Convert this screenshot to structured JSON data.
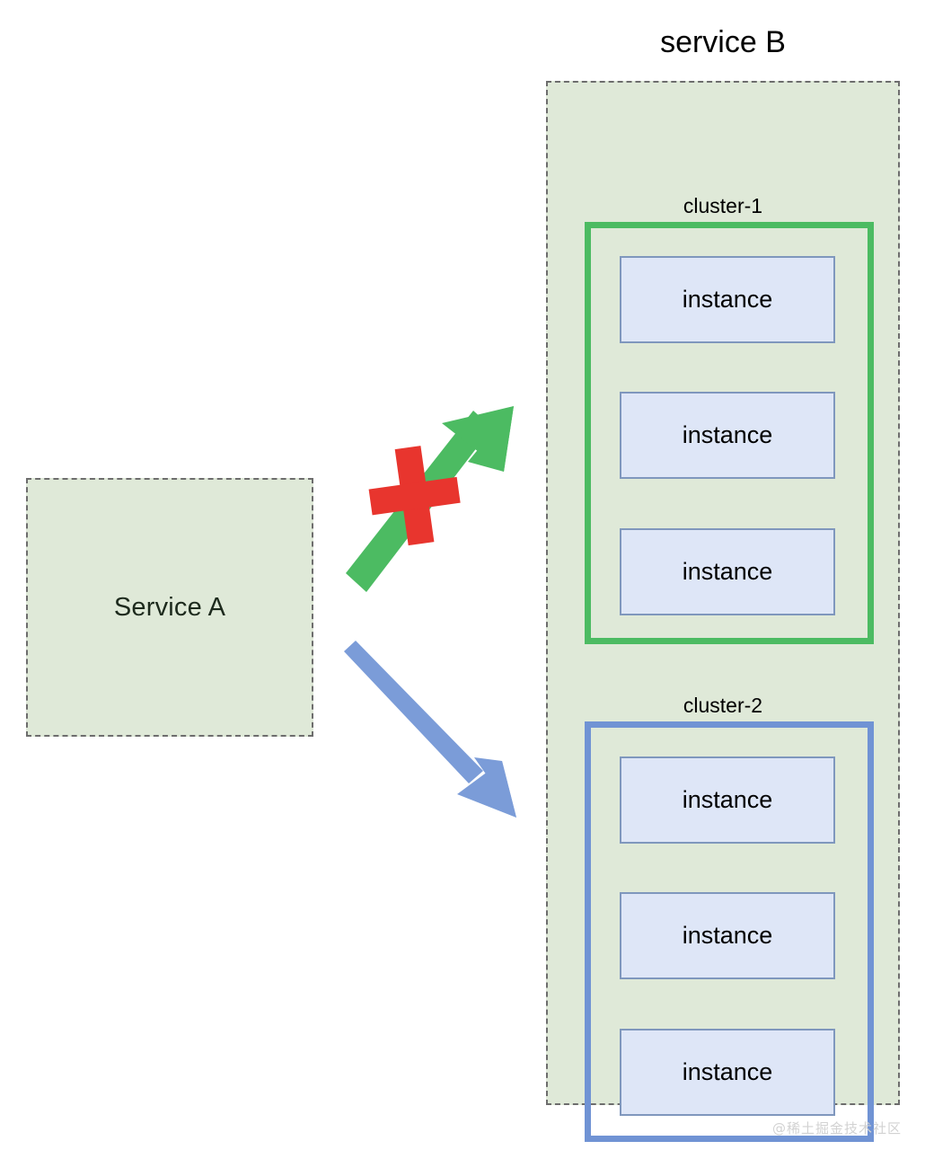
{
  "diagram": {
    "title_right": "service B",
    "source_service": {
      "label": "Service A"
    },
    "target_service": {
      "label": "service B",
      "clusters": [
        {
          "label": "cluster-1",
          "accent_color": "#4cbb62",
          "reachable": false,
          "instances": [
            {
              "label": "instance"
            },
            {
              "label": "instance"
            },
            {
              "label": "instance"
            }
          ]
        },
        {
          "label": "cluster-2",
          "accent_color": "#7093d4",
          "reachable": true,
          "instances": [
            {
              "label": "instance"
            },
            {
              "label": "instance"
            },
            {
              "label": "instance"
            }
          ]
        }
      ]
    },
    "connectors": [
      {
        "name": "blocked-route-arrow",
        "icon": "arrow-up-right-icon",
        "color": "#4cbb62",
        "blocked": true,
        "blocked_marker_icon": "cross-mark-icon",
        "blocked_marker_color": "#e8352e"
      },
      {
        "name": "active-route-arrow",
        "icon": "arrow-down-right-icon",
        "color": "#7093d4",
        "blocked": false
      }
    ],
    "colors": {
      "service_fill": "#dfe9d8",
      "service_border": "#6d6d6d",
      "instance_fill": "#dee6f7",
      "instance_border": "#7f97bd",
      "cluster_1_accent": "#4cbb62",
      "cluster_2_accent": "#7093d4",
      "cross_mark": "#e8352e",
      "watermark": "#d2d2d2"
    }
  },
  "watermark": {
    "text": "@稀土掘金技术社区"
  }
}
